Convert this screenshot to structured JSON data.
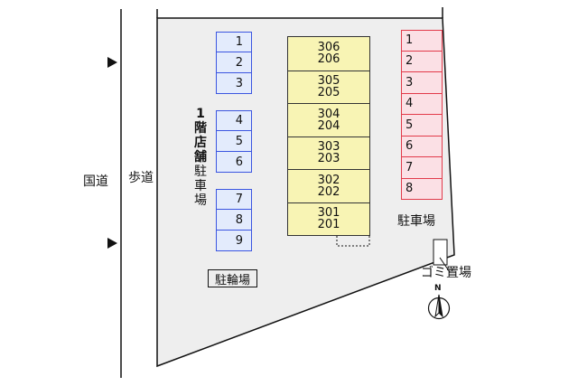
{
  "roads": {
    "national_road": "国道",
    "sidewalk": "歩道"
  },
  "left_parking": {
    "label": "1\n階\n店\n舗\n駐\n車\n場",
    "label_bold_part": "1階店舗",
    "label_normal_part": "駐車場",
    "groups": [
      [
        "1",
        "2",
        "3"
      ],
      [
        "4",
        "5",
        "6"
      ],
      [
        "7",
        "8",
        "9"
      ]
    ]
  },
  "building": {
    "units": [
      [
        "306",
        "206"
      ],
      [
        "305",
        "205"
      ],
      [
        "304",
        "204"
      ],
      [
        "303",
        "203"
      ],
      [
        "302",
        "202"
      ],
      [
        "301",
        "201"
      ]
    ]
  },
  "right_parking": {
    "label": "駐車場",
    "slots": [
      "1",
      "2",
      "3",
      "4",
      "5",
      "6",
      "7",
      "8"
    ]
  },
  "bike_parking": {
    "label": "駐輪場"
  },
  "garbage": {
    "label": "ゴミ置場"
  },
  "compass": {
    "letter": "N"
  },
  "colors": {
    "site_fill": "#eeeeee",
    "blue_stroke": "#3b55e0",
    "blue_fill": "#e3ebfc",
    "red_stroke": "#e23a4a",
    "red_fill": "#fbe0e5",
    "building_fill": "#f8f4b4"
  }
}
